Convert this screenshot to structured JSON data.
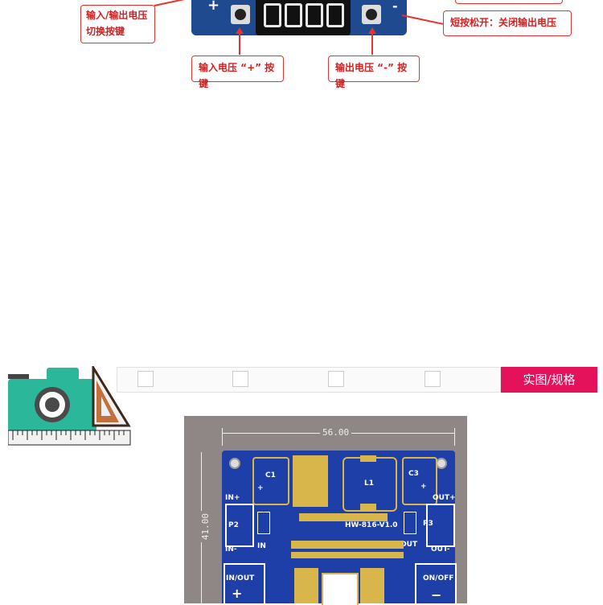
{
  "callouts": {
    "io_switch": "输入/输出电压\n切换按键",
    "short_press": "短按松开：关闭输出电压",
    "plus_button": "输入电压 “+” 按键",
    "minus_button": "输出电压 “-” 按键"
  },
  "section": {
    "title": "实图/规格"
  },
  "pcb": {
    "width_dim": "56.00",
    "height_dim": "41.00",
    "model": "HW-816-V1.0",
    "labels": {
      "c1": "C1",
      "c3": "C3",
      "l1": "L1",
      "p2": "P2",
      "p3": "P3",
      "in_plus": "IN+",
      "in_minus": "IN-",
      "in": "IN",
      "out": "OUT",
      "out_plus": "OUT+",
      "out_minus": "OUT-",
      "in_out": "IN/OUT",
      "on_off": "ON/OFF",
      "plus_sign": "+",
      "plus_small": "+",
      "plus_small_right": "+",
      "minus_sign": "−",
      "top_plus": "+",
      "top_minus": "-"
    }
  },
  "colors": {
    "accent": "#e4125b",
    "callout_red": "#e8322e",
    "pcb_blue": "#1e3fa8",
    "pad_gold": "#d9b64c",
    "camera_teal": "#2bb79a"
  }
}
